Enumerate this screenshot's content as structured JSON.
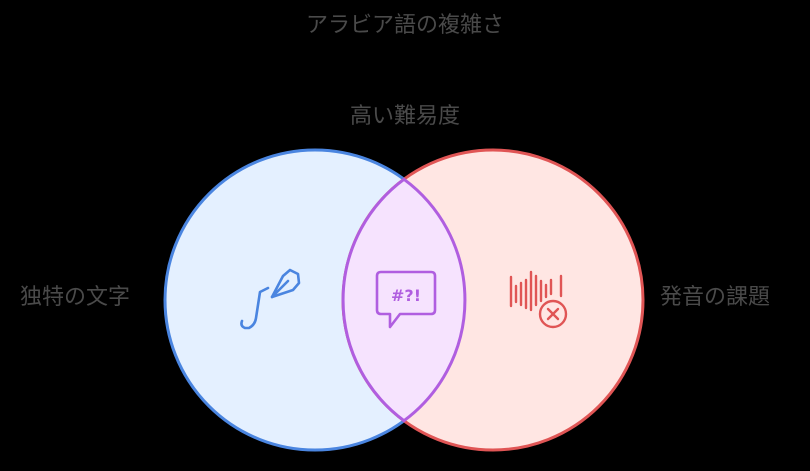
{
  "diagram": {
    "type": "venn",
    "title": "アラビア語の複雑さ",
    "intersection_label": "高い難易度",
    "sets": [
      {
        "id": "left",
        "label": "独特の文字",
        "icon": "calligraphy-pen-icon",
        "fill": "#e4f0ff",
        "stroke": "#4a85e0"
      },
      {
        "id": "right",
        "label": "発音の課題",
        "icon": "sound-wave-error-icon",
        "fill": "#ffe6e3",
        "stroke": "#e05555"
      }
    ],
    "intersection": {
      "icon": "speech-bubble-symbols-icon",
      "icon_text": "#?!",
      "fill": "#f6e3fe",
      "stroke": "#b05ee0"
    },
    "text_color": "#4a4a4a",
    "background": "#000000"
  }
}
